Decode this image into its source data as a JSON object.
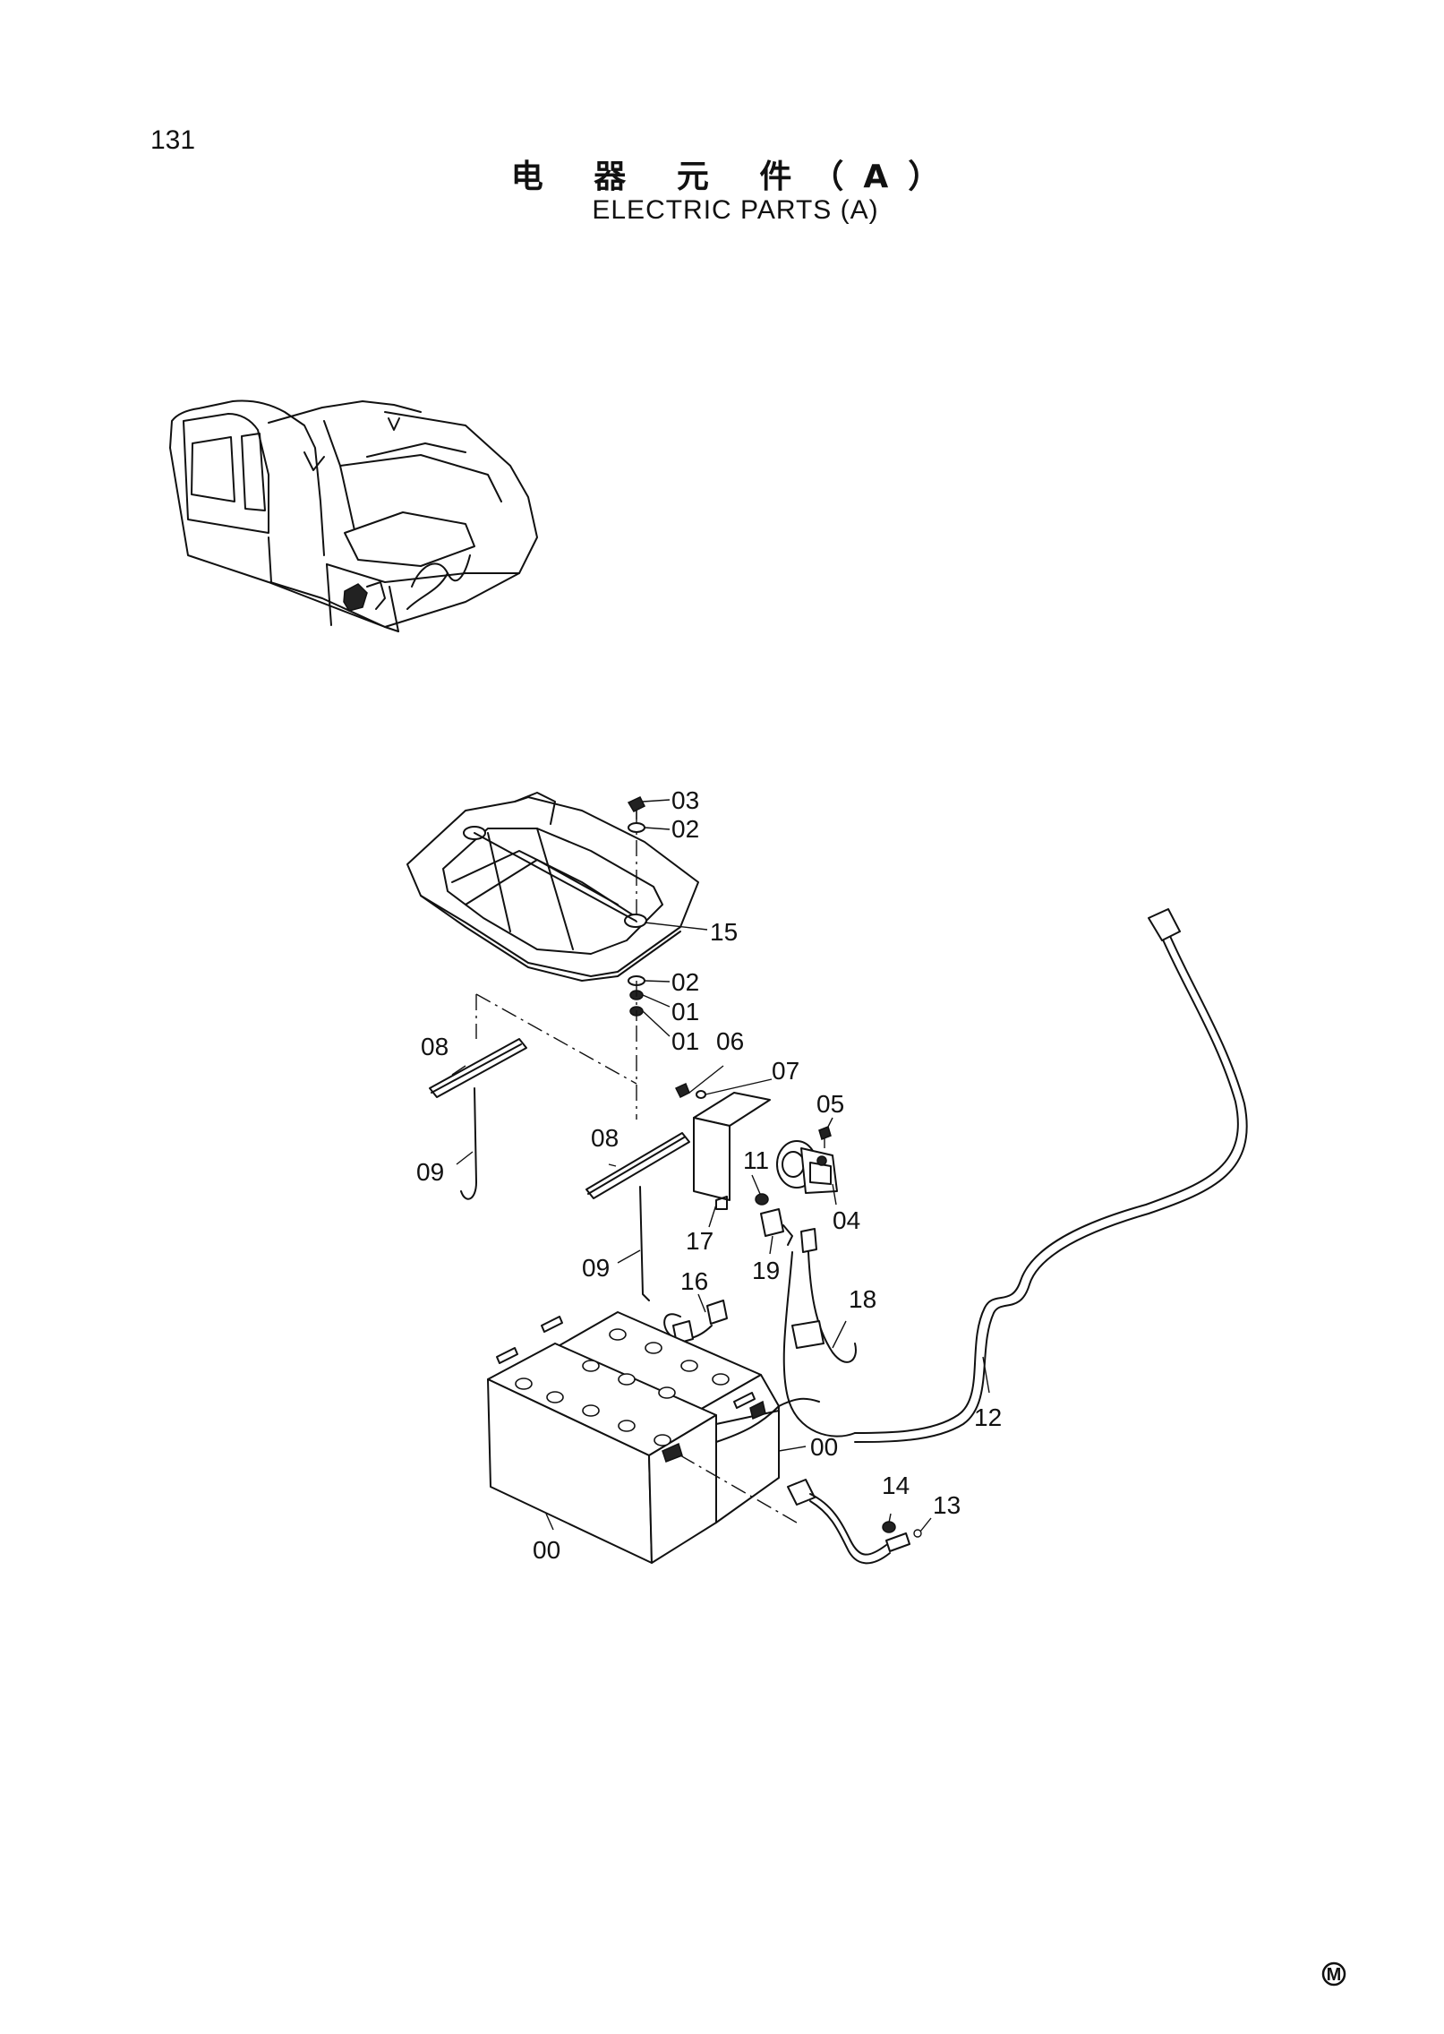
{
  "page": {
    "number": "131",
    "title_zh": "电 器 元 件（A）",
    "title_en": "ELECTRIC PARTS (A)",
    "mark": "M"
  },
  "callouts": [
    "03",
    "02",
    "15",
    "02",
    "01",
    "01",
    "06",
    "07",
    "05",
    "08",
    "08",
    "09",
    "09",
    "11",
    "04",
    "17",
    "16",
    "19",
    "18",
    "12",
    "00",
    "00",
    "14",
    "13"
  ]
}
